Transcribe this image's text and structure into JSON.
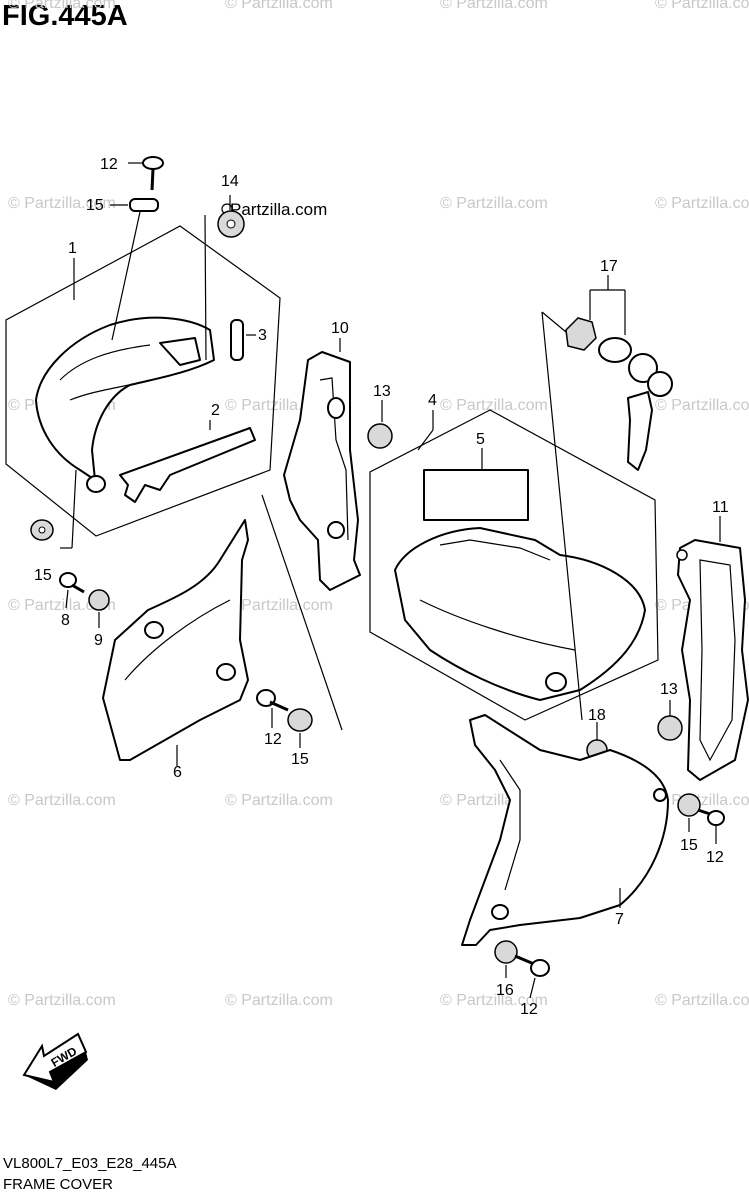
{
  "figure": {
    "title": "FIG.445A",
    "code": "VL800L7_E03_E28_445A",
    "name": "FRAME COVER",
    "brand_text": "Partzilla.com",
    "watermark": "© Partzilla.com",
    "fwd_label": "FWD"
  },
  "callouts": [
    "12",
    "15",
    "14",
    "1",
    "3",
    "2",
    "10",
    "13",
    "17",
    "4",
    "5",
    "15",
    "8",
    "9",
    "6",
    "12",
    "15",
    "11",
    "13",
    "18",
    "7",
    "15",
    "12",
    "16",
    "12"
  ]
}
